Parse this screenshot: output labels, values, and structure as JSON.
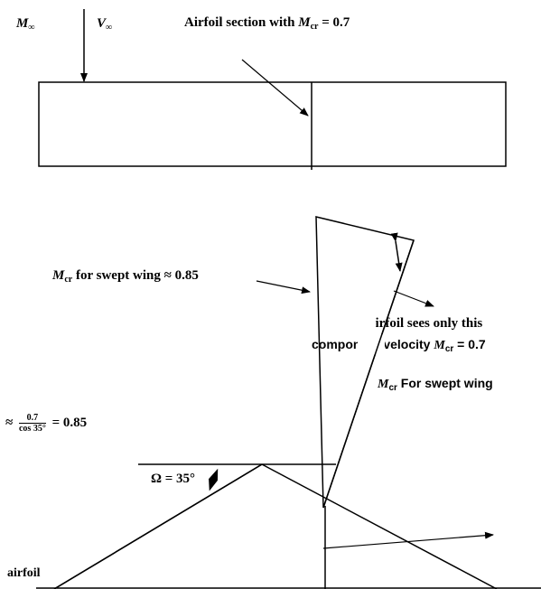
{
  "top": {
    "freestream_mach": "M",
    "freestream_mach_sub": "∞",
    "freestream_velocity": "V",
    "freestream_velocity_sub": "∞",
    "airfoil_label_text": "Airfoil section with",
    "airfoil_label_sym": "M",
    "airfoil_label_sub": "cr",
    "airfoil_label_val": "= 0.7"
  },
  "middle": {
    "swept_label_sym": "M",
    "swept_label_sub": "cr",
    "swept_label_text": "for swept wing ≈ 0.85",
    "component_line1": "airfoil sees only this",
    "component_line2_text": "component velocity",
    "component_line2_sym": "M",
    "component_line2_sub": "cr",
    "component_line2_val": "= 0.7",
    "mcr_swept_sym": "M",
    "mcr_swept_sub": "cr",
    "mcr_swept_text": "For swept wing"
  },
  "formula": {
    "approx": "≈",
    "numerator": "0.7",
    "denominator": "cos 35°",
    "result": "= 0.85"
  },
  "bottom": {
    "sweep_angle": "Ω = 35°",
    "airfoil_word": "airfoil"
  }
}
